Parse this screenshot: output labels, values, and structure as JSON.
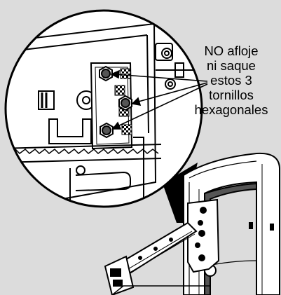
{
  "callout": {
    "lines": [
      "NO afloje",
      "ni saque",
      "estos 3",
      "tornillos",
      "hexagonales"
    ]
  },
  "icons": {
    "hex_bolts": [
      "hex-bolt-top-icon",
      "hex-bolt-middle-icon",
      "hex-bolt-bottom-icon"
    ]
  },
  "colors": {
    "background": "#dcdcdc",
    "line": "#000000",
    "panel": "#ffffff"
  }
}
